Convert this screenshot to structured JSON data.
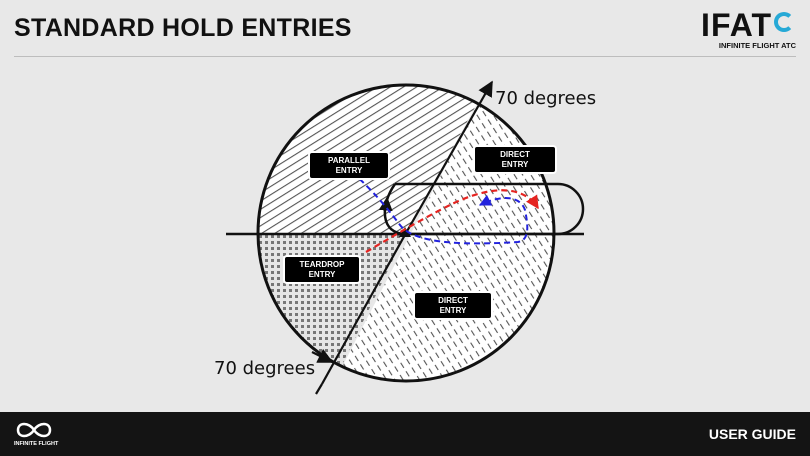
{
  "header": {
    "title": "STANDARD HOLD ENTRIES",
    "logo_main": "IFAT",
    "logo_sub": "INFINITE FLIGHT ATC"
  },
  "diagram": {
    "angle_top": "70 degrees",
    "angle_bottom": "70 degrees",
    "labels": {
      "parallel": [
        "PARALLEL",
        "ENTRY"
      ],
      "direct_top": [
        "DIRECT",
        "ENTRY"
      ],
      "teardrop": [
        "TEARDROP",
        "ENTRY"
      ],
      "direct_bottom": [
        "DIRECT",
        "ENTRY"
      ]
    },
    "colors": {
      "red_path": "#e52421",
      "blue_path": "#2222dd",
      "logo_accent": "#26a9d6"
    }
  },
  "footer": {
    "brand": "INFINITE FLIGHT",
    "guide": "USER GUIDE"
  }
}
